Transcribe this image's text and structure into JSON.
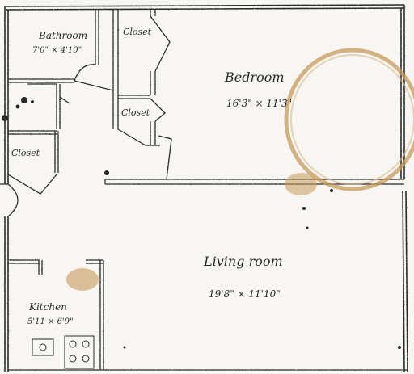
{
  "rooms": {
    "bathroom": {
      "name": "Bathroom",
      "dims": "7'0\" × 4'10\""
    },
    "closet_a": {
      "name": "Closet"
    },
    "closet_b": {
      "name": "Closet"
    },
    "closet_c": {
      "name": "Closet"
    },
    "bedroom": {
      "name": "Bedroom",
      "dims": "16'3\" × 11'3\""
    },
    "living": {
      "name": "Living room",
      "dims": "19'8\" × 11'10\""
    },
    "kitchen": {
      "name": "Kitchen",
      "dims": "5'11 × 6'9\""
    }
  },
  "colors": {
    "paper": "#f7f6f2",
    "ink": "#2a2a2a",
    "coffee": "#b98a4a",
    "coffee_light": "#d9b98a"
  }
}
